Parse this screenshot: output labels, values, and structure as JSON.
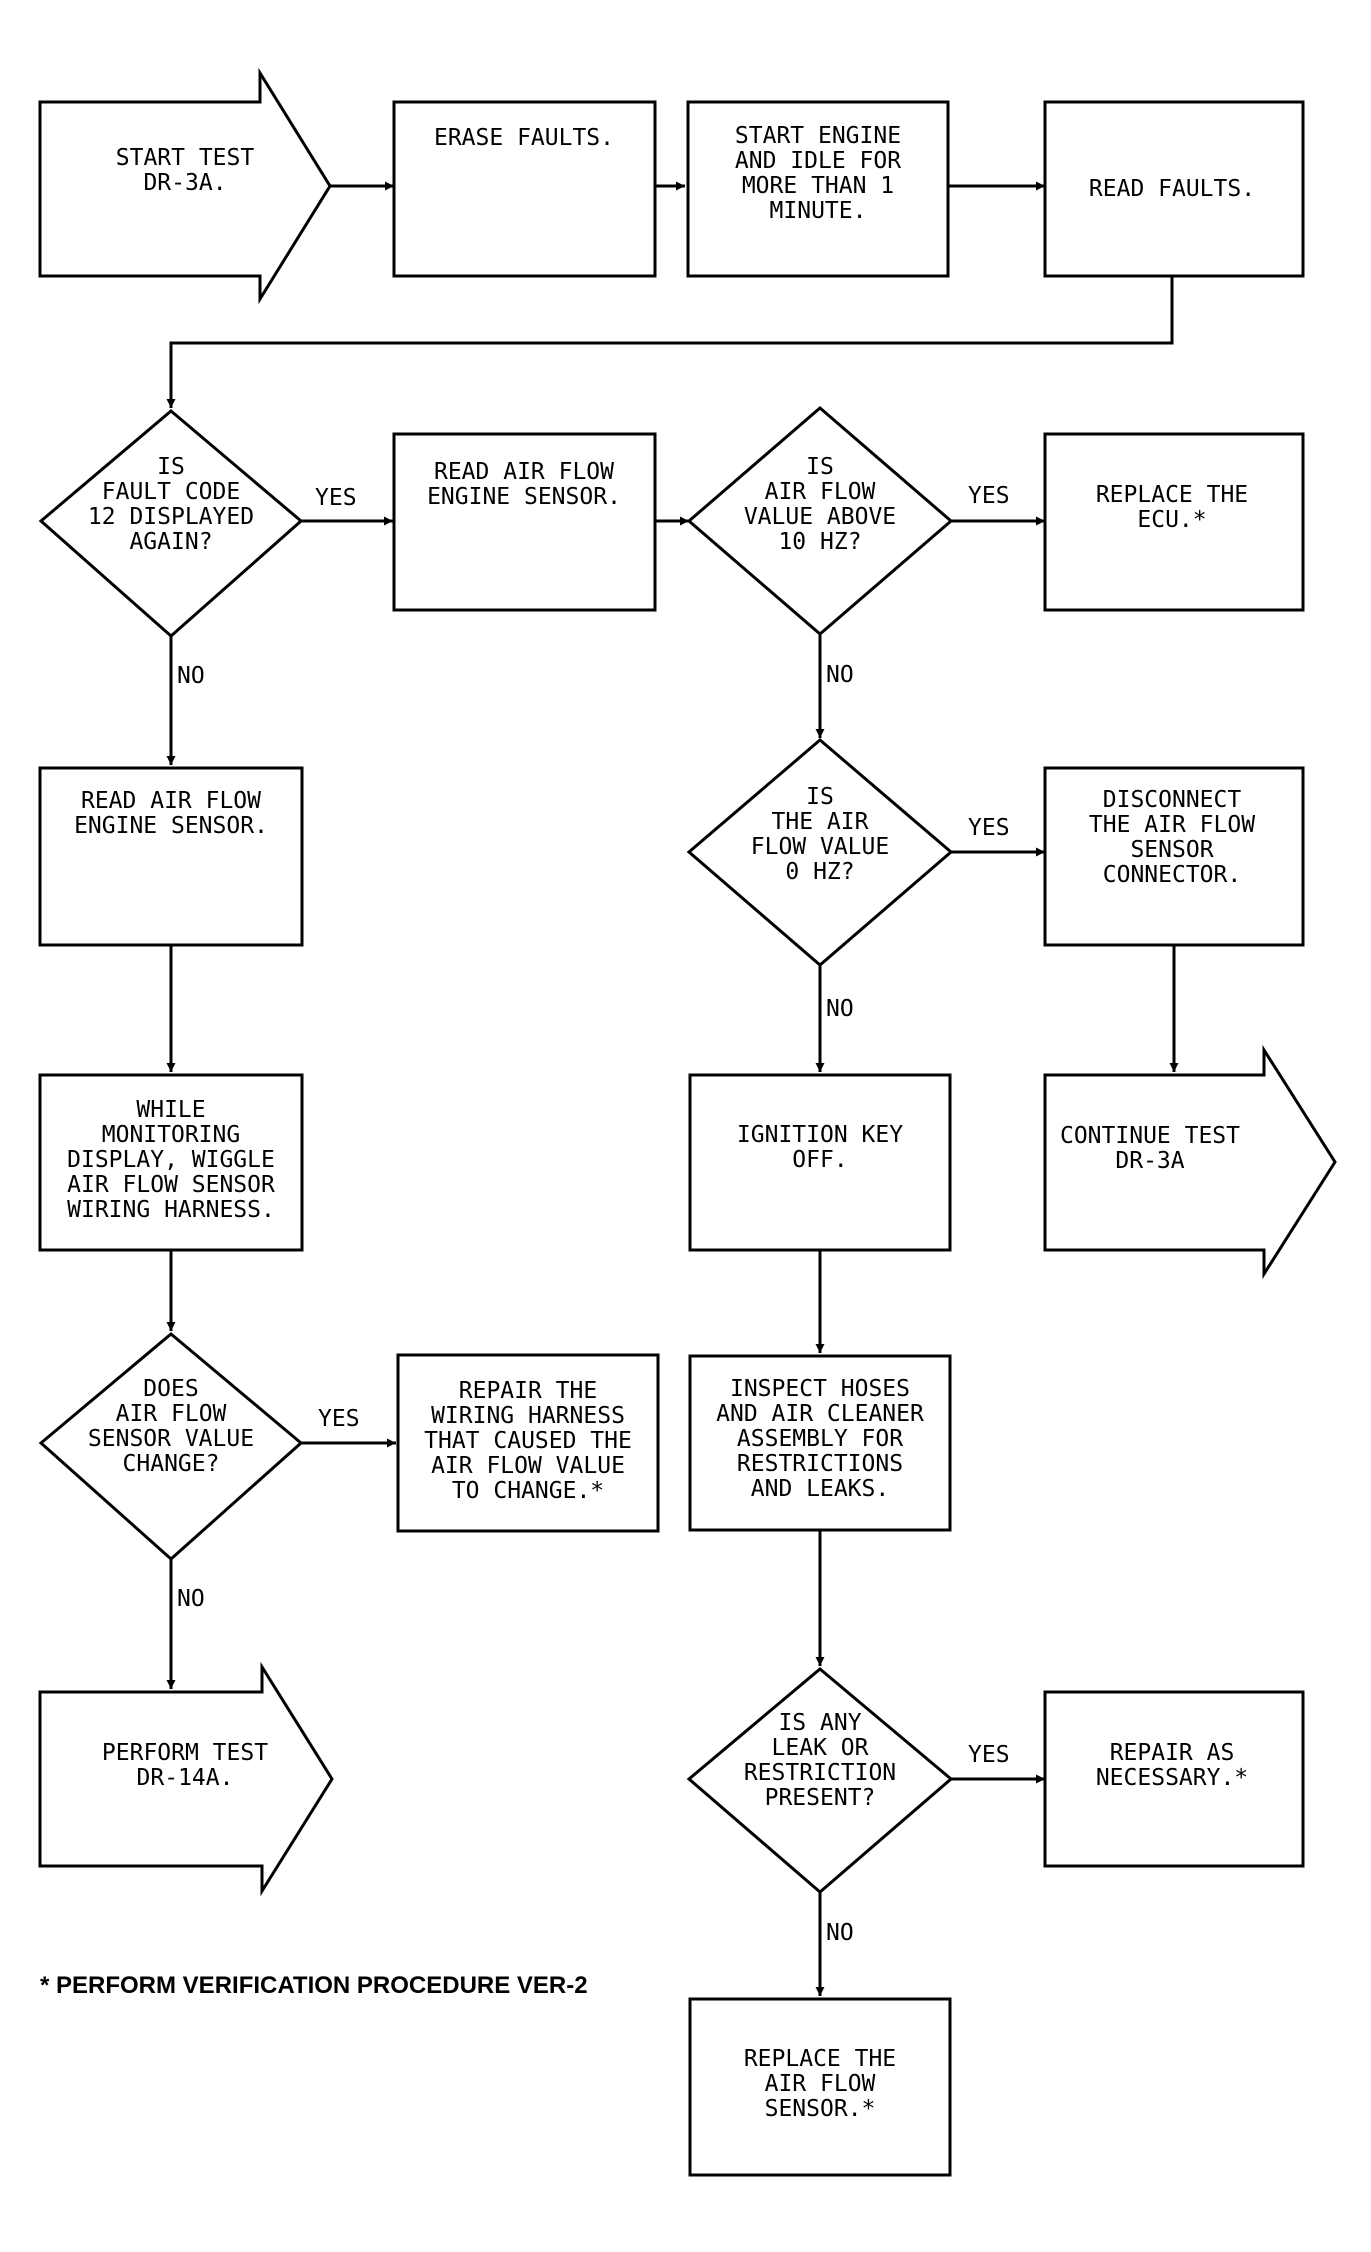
{
  "nodes": {
    "start": [
      "START TEST",
      "DR-3A."
    ],
    "erase": [
      "ERASE FAULTS."
    ],
    "idle": [
      "START ENGINE",
      "AND IDLE FOR",
      "MORE THAN 1",
      "MINUTE."
    ],
    "read_faults": [
      "READ FAULTS."
    ],
    "q_fault12": [
      "IS",
      "FAULT CODE",
      "12 DISPLAYED",
      "AGAIN?"
    ],
    "read_af_a": [
      "READ AIR FLOW",
      "ENGINE SENSOR."
    ],
    "q_above10": [
      "IS",
      "AIR FLOW",
      "VALUE ABOVE",
      "10 HZ?"
    ],
    "replace_ecu": [
      "REPLACE THE",
      "ECU.*"
    ],
    "read_af_b": [
      "READ AIR FLOW",
      "ENGINE SENSOR."
    ],
    "q_zero": [
      "IS",
      "THE AIR",
      "FLOW VALUE",
      "0 HZ?"
    ],
    "disconnect": [
      "DISCONNECT",
      "THE AIR FLOW",
      "SENSOR",
      "CONNECTOR."
    ],
    "wiggle": [
      "WHILE",
      "MONITORING",
      "DISPLAY, WIGGLE",
      "AIR FLOW SENSOR",
      "WIRING HARNESS."
    ],
    "ign_off": [
      "IGNITION KEY",
      "OFF."
    ],
    "continue": [
      "CONTINUE TEST",
      "DR-3A"
    ],
    "q_change": [
      "DOES",
      "AIR FLOW",
      "SENSOR VALUE",
      "CHANGE?"
    ],
    "repair_harness": [
      "REPAIR THE",
      "WIRING HARNESS",
      "THAT CAUSED THE",
      "AIR FLOW VALUE",
      "TO CHANGE.*"
    ],
    "inspect": [
      "INSPECT HOSES",
      "AND AIR CLEANER",
      "ASSEMBLY FOR",
      "RESTRICTIONS",
      "AND LEAKS."
    ],
    "perform": [
      "PERFORM TEST",
      "DR-14A."
    ],
    "q_leak": [
      "IS ANY",
      "LEAK OR",
      "RESTRICTION",
      "PRESENT?"
    ],
    "repair_nec": [
      "REPAIR AS",
      "NECESSARY.*"
    ],
    "replace_sensor": [
      "REPLACE THE",
      "AIR FLOW",
      "SENSOR.*"
    ]
  },
  "edge_labels": {
    "fault12_yes": "YES",
    "fault12_no": "NO",
    "above10_yes": "YES",
    "above10_no": "NO",
    "zero_yes": "YES",
    "zero_no": "NO",
    "change_yes": "YES",
    "change_no": "NO",
    "leak_yes": "YES",
    "leak_no": "NO"
  },
  "footnote": "* PERFORM VERIFICATION PROCEDURE VER-2"
}
